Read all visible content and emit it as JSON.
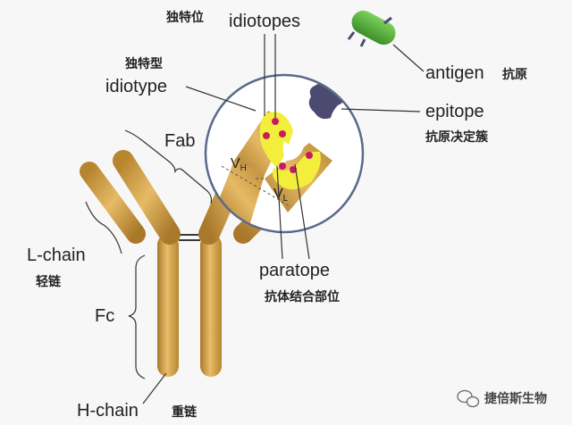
{
  "labels": {
    "idiotopes": "idiotopes",
    "idiotopes_zh": "独特位",
    "idiotype_zh": "独特型",
    "idiotype": "idiotype",
    "fab": "Fab",
    "antigen": "antigen",
    "antigen_zh": "抗原",
    "epitope": "epitope",
    "epitope_zh": "抗原决定簇",
    "vh": "V",
    "vh_sub": "H",
    "vl": "V",
    "vl_sub": "L",
    "lchain": "L-chain",
    "lchain_zh": "轻链",
    "fc": "Fc",
    "paratope": "paratope",
    "paratope_zh": "抗体结合部位",
    "hchain": "H-chain",
    "hchain_zh": "重链"
  },
  "watermark": {
    "text": "捷倍斯生物",
    "icon": "wechat-icon"
  },
  "colors": {
    "chain": "#d4a24c",
    "chain_dark": "#a9782a",
    "variable": "#f3ee3c",
    "idiotope_dot": "#c81a5e",
    "epitope": "#4c4a70",
    "antigen": "#58b23e",
    "circle_stroke": "#5a6a8a"
  }
}
